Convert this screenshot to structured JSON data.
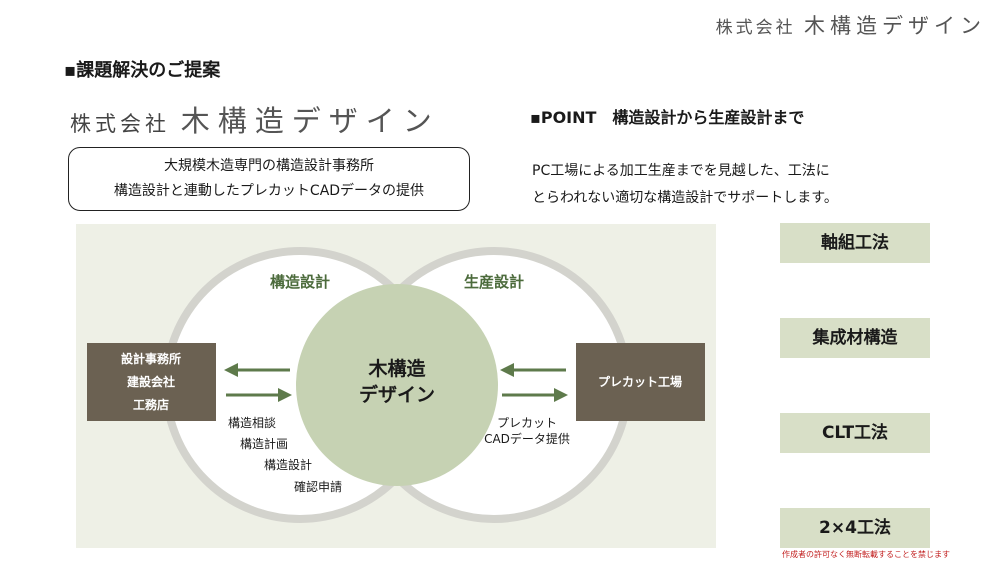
{
  "header": {
    "logo_prefix": "株式会社",
    "logo_name": "木構造デザイン"
  },
  "section_title": "▪課題解決のご提案",
  "company_logo": {
    "prefix": "株式会社",
    "name": "木構造デザイン"
  },
  "description": {
    "line1": "大規模木造専門の構造設計事務所",
    "line2": "構造設計と連動したプレカットCADデータの提供"
  },
  "point": {
    "title": "▪POINT　構造設計から生産設計まで",
    "line1": "PC工場による加工生産までを見越した、工法に",
    "line2": "とらわれない適切な構造設計でサポートします。"
  },
  "diagram": {
    "left_circle_label": "構造設計",
    "right_circle_label": "生産設計",
    "center_line1": "木構造",
    "center_line2": "デザイン",
    "left_box": [
      "設計事務所",
      "建設会社",
      "工務店"
    ],
    "right_box": "プレカット工場",
    "left_services": [
      "構造相談",
      "構造計画",
      "構造設計",
      "確認申請"
    ],
    "right_services": [
      "プレカット",
      "CADデータ提供"
    ],
    "colors": {
      "background": "#eef0e6",
      "ring": "#d3d3cd",
      "center": "#c6d2b3",
      "box": "#6b6152",
      "arrow": "#5e7a4b",
      "label": "#4c6b3c"
    }
  },
  "side_buttons": [
    "軸組工法",
    "集成材構造",
    "CLT工法",
    "2×4工法"
  ],
  "copyright": "作成者の許可なく無断転載することを禁じます"
}
